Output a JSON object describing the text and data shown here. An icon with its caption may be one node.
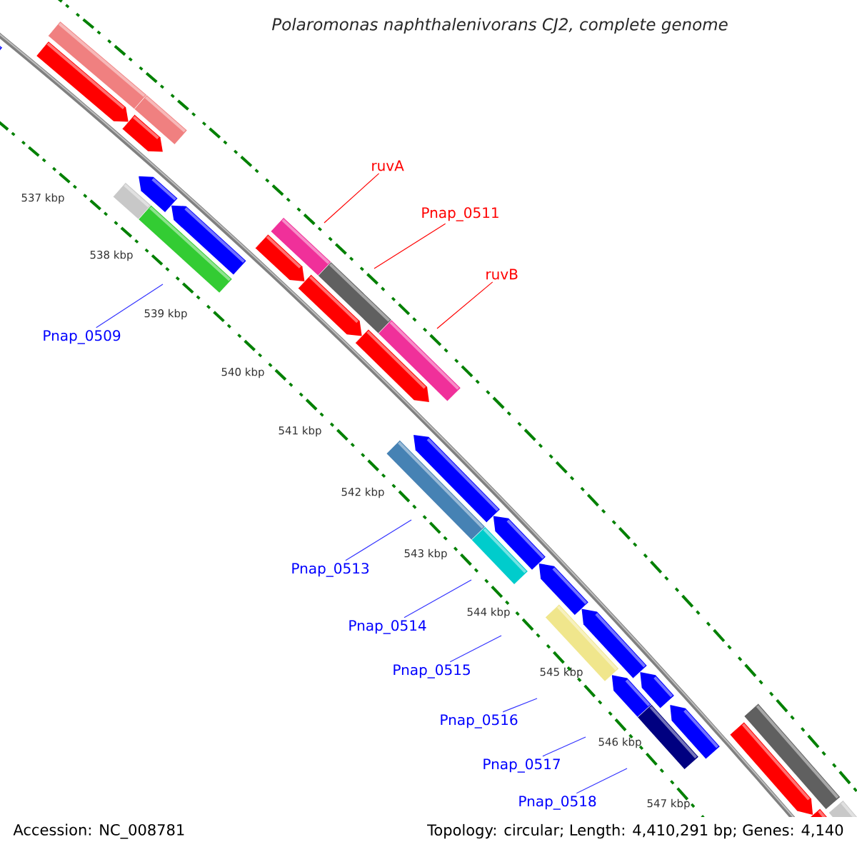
{
  "diagram": {
    "title": "Polaromonas naphthalenivorans CJ2, complete genome",
    "nodes": [
      {
        "text": [
          "ruvA"
        ]
      },
      {
        "text": [
          "Pnap_0511"
        ]
      },
      {
        "text": [
          "ruvB"
        ]
      },
      {
        "text": [
          "Pnap_0509"
        ]
      },
      {
        "text": [
          "Pnap_0513"
        ]
      },
      {
        "text": [
          "Pnap_0514"
        ]
      },
      {
        "text": [
          "Pnap_0515"
        ]
      },
      {
        "text": [
          "Pnap_0516"
        ]
      },
      {
        "text": [
          "Pnap_0517"
        ]
      },
      {
        "text": [
          "Pnap_0518"
        ]
      }
    ],
    "edges": [
      {
        "from": 0,
        "to": null,
        "arrow": "none",
        "color": "#ff0000"
      },
      {
        "from": 1,
        "to": null,
        "arrow": "none",
        "color": "#ff0000"
      },
      {
        "from": 2,
        "to": null,
        "arrow": "none",
        "color": "#ff0000"
      },
      {
        "from": 3,
        "to": null,
        "arrow": "none"
      },
      {
        "from": 4,
        "to": null,
        "arrow": "none"
      },
      {
        "from": 5,
        "to": null,
        "arrow": "none"
      },
      {
        "from": 6,
        "to": null,
        "arrow": "none"
      },
      {
        "from": 7,
        "to": null,
        "arrow": "none"
      },
      {
        "from": 8,
        "to": null,
        "arrow": "none"
      },
      {
        "from": 9,
        "to": null,
        "arrow": "none"
      }
    ],
    "labels": [
      "537 kbp",
      "538 kbp",
      "539 kbp",
      "540 kbp",
      "541 kbp",
      "542 kbp",
      "543 kbp",
      "544 kbp",
      "545 kbp",
      "546 kbp",
      "547 kbp",
      "Accession: NC_008781",
      "Topology: circular; Length: 4,410,291 bp; Genes: 4,140"
    ]
  }
}
